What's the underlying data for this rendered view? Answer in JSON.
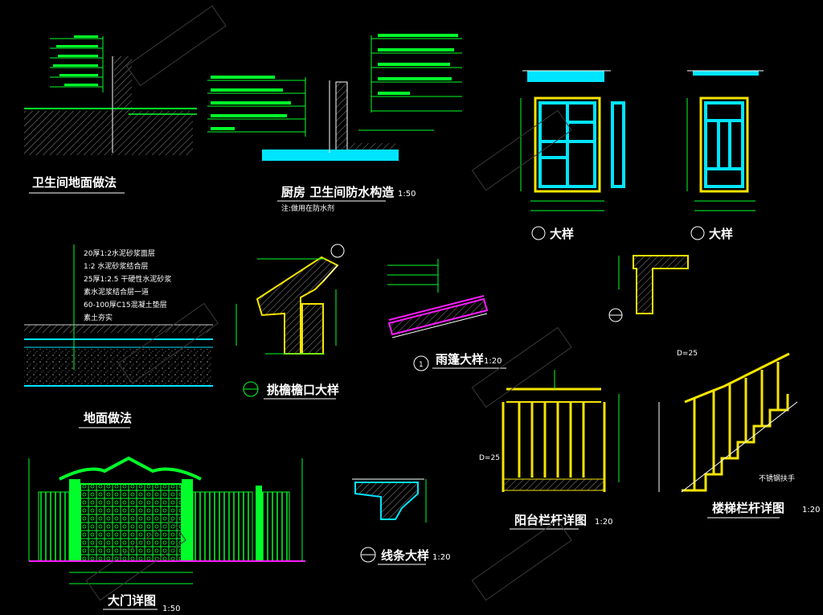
{
  "titles": {
    "bathroom_floor": "卫生间地面做法",
    "waterproof": "厨房  卫生间防水构造",
    "floor": "地面做法",
    "gate": "大门详图",
    "eave": "挑檐檐口大样",
    "canopy": "雨篷大样",
    "line_detail": "线条大样",
    "balcony_rail": "阳台栏杆详图",
    "stair_rail": "楼梯栏杆详图",
    "window1": "大样",
    "window2": "大样"
  },
  "scales": {
    "canopy": "1:20",
    "balcony_rail": "1:20",
    "stair_rail": "1:20",
    "gate": "1:50",
    "waterproof": "1:50",
    "line_detail": "1:20"
  },
  "notes": {
    "waterproof_sub": "注:做用在防水剂",
    "floor_layers": [
      "20厚1:2水泥砂浆面层",
      "1:2 水泥砂浆结合层",
      "25厚1:2.5 干硬性水泥砂浆",
      "素水泥浆结合层一道",
      "60-100厚C15混凝土垫层",
      "素土夯实"
    ],
    "stair_note": "不锈钢扶手",
    "stair_D": "D=25",
    "rail_D": "D=25",
    "section_mark": "1"
  },
  "colors": {
    "background": "#000000",
    "green": "#00ff2a",
    "cyan": "#00e5ff",
    "yellow": "#f5e400",
    "magenta": "#ff1aff",
    "white": "#ffffff",
    "gray": "#8a8a8a"
  }
}
